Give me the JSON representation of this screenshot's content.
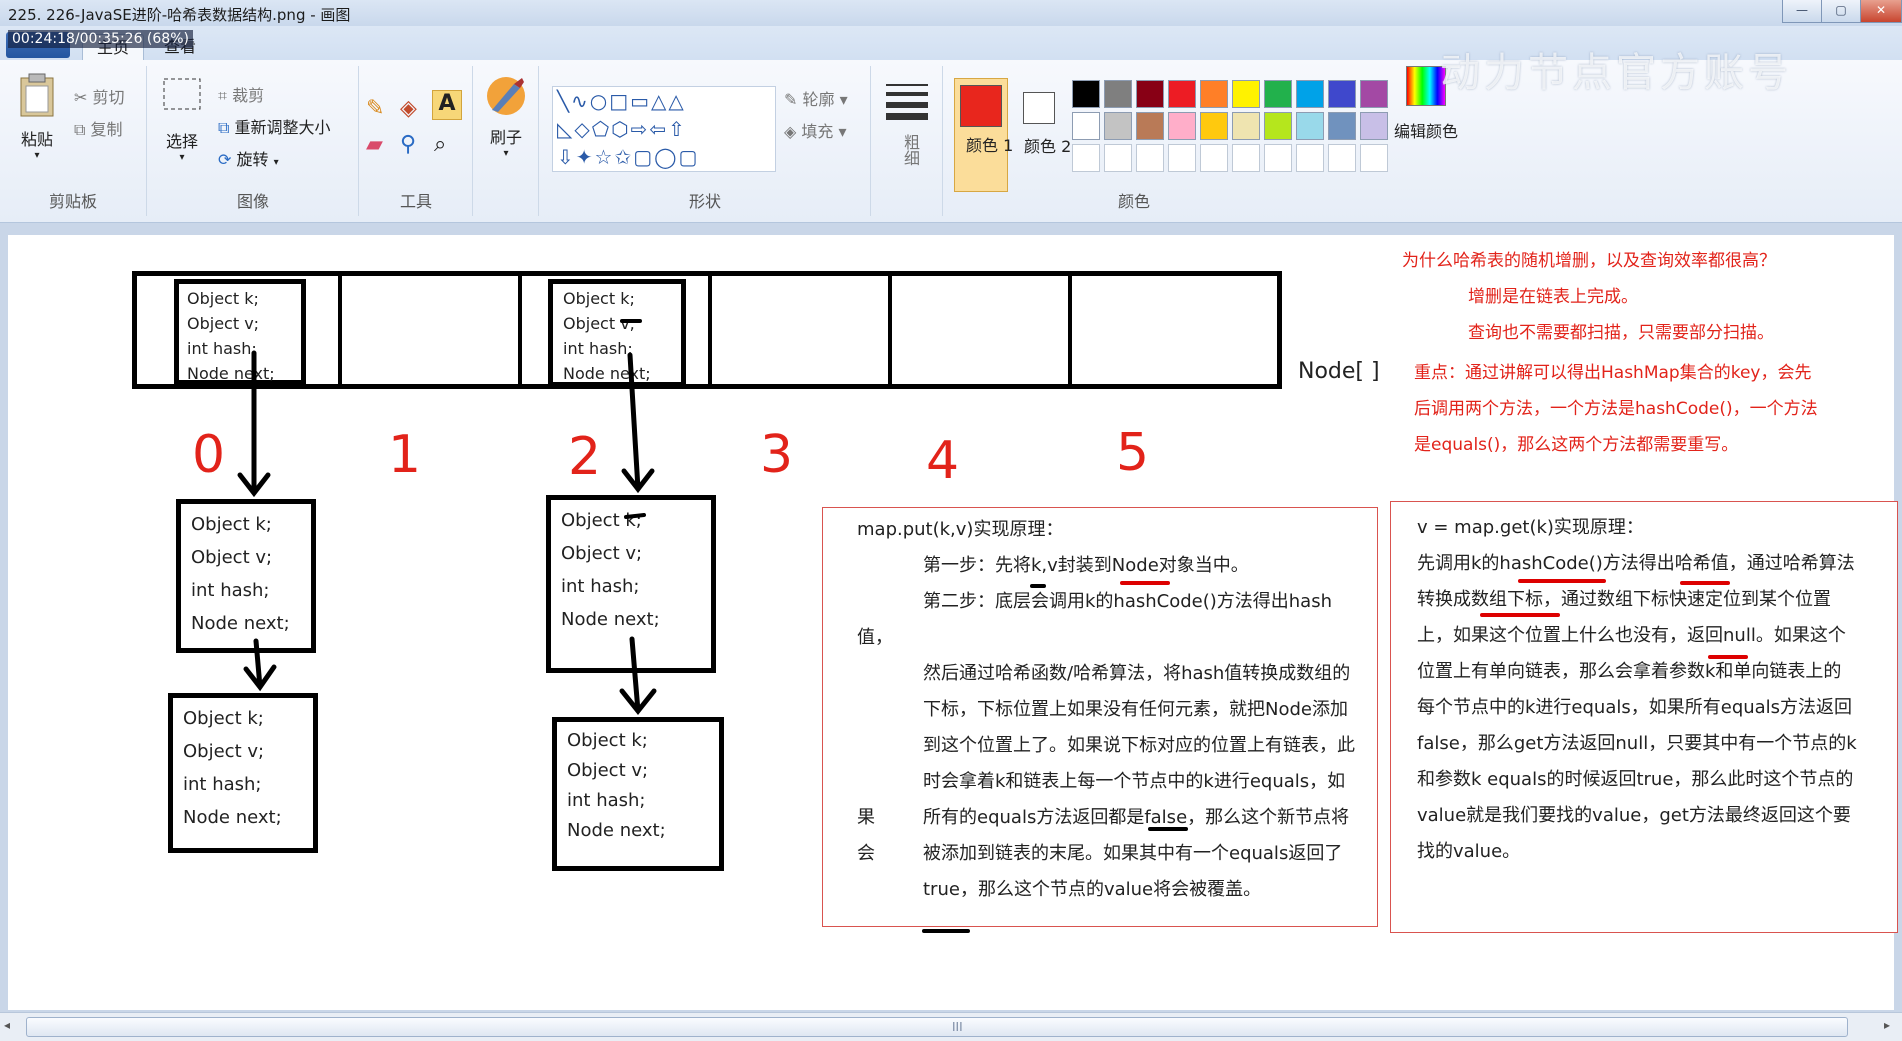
{
  "window": {
    "title": "225. 226-JavaSE进阶-哈希表数据结构.png - 画图",
    "video_overlay": "00:24:18/00:35:26 (68%)",
    "watermark": "动力节点官方账号",
    "buttons": {
      "minimize": "—",
      "maximize": "▢",
      "close": "✕"
    }
  },
  "tabs": {
    "home": "主页",
    "view": "查看"
  },
  "ribbon": {
    "clipboard": {
      "paste": "粘贴",
      "cut": "剪切",
      "copy": "复制",
      "label": "剪贴板"
    },
    "image": {
      "select": "选择",
      "crop": "裁剪",
      "resize": "重新调整大小",
      "rotate": "旋转",
      "label": "图像"
    },
    "tools": {
      "label": "工具"
    },
    "brushes": {
      "label": "刷子"
    },
    "shapes": {
      "outline": "轮廓",
      "fill": "填充",
      "label": "形状"
    },
    "size": {
      "label": "粗细"
    },
    "colors": {
      "color1": "颜色 1",
      "color2": "颜色 2",
      "edit": "编辑颜色",
      "label": "颜色",
      "color1_value": "#e8261d",
      "row1": [
        "#000000",
        "#7f7f7f",
        "#880015",
        "#ed1c24",
        "#ff7f27",
        "#fff200",
        "#22b14c",
        "#00a2e8",
        "#3f48cc",
        "#a349a4"
      ],
      "row2": [
        "#ffffff",
        "#c3c3c3",
        "#b97a57",
        "#ffaec9",
        "#ffc90e",
        "#efe4b0",
        "#b5e61d",
        "#99d9ea",
        "#7092be",
        "#c8bfe7"
      ]
    }
  },
  "diagram": {
    "node_fields": [
      "Object k;",
      "Object v;",
      "int hash;",
      "Node next;"
    ],
    "array_label": "Node[ ]",
    "indices": [
      "0",
      "1",
      "2",
      "3",
      "4",
      "5"
    ]
  },
  "notes": {
    "why_title": "为什么哈希表的随机增删，以及查询效率都很高？",
    "why_line1": "增删是在链表上完成。",
    "why_line2": "查询也不需要都扫描，只需要部分扫描。",
    "key_line1": "重点：通过讲解可以得出HashMap集合的key，会先",
    "key_line2": "后调用两个方法，一个方法是hashCode()，一个方法",
    "key_line3": "是equals()，那么这两个方法都需要重写。"
  },
  "put_box": {
    "title": "map.put(k,v)实现原理：",
    "step1": "第一步：先将k,v封装到Node对象当中。",
    "step2a": "第二步：底层会调用k的hashCode()方法得出hash",
    "step2b": "值，",
    "p1": "然后通过哈希函数/哈希算法，将hash值转换成数组的",
    "p2": "下标，下标位置上如果没有任何元素，就把Node添加",
    "p3": "到这个位置上了。如果说下标对应的位置上有链表，此",
    "p4": "时会拿着k和链表上每一个节点中的k进行equals，如",
    "p5": "所有的equals方法返回都是false，那么这个新节点将",
    "p6": "被添加到链表的末尾。如果其中有一个equals返回了",
    "p7": "true，那么这个节点的value将会被覆盖。",
    "side1": "果",
    "side2": "会"
  },
  "get_box": {
    "title": "v = map.get(k)实现原理：",
    "l1": "先调用k的hashCode()方法得出哈希值，通过哈希算法",
    "l2": "转换成数组下标，通过数组下标快速定位到某个位置",
    "l3": "上，如果这个位置上什么也没有，返回null。如果这个",
    "l4": "位置上有单向链表，那么会拿着参数k和单向链表上的",
    "l5": "每个节点中的k进行equals，如果所有equals方法返回",
    "l6": "false，那么get方法返回null，只要其中有一个节点的k",
    "l7": "和参数k  equals的时候返回true，那么此时这个节点的",
    "l8": "value就是我们要找的value，get方法最终返回这个要",
    "l9": "找的value。"
  },
  "scrollbar": {
    "grip": "III"
  }
}
